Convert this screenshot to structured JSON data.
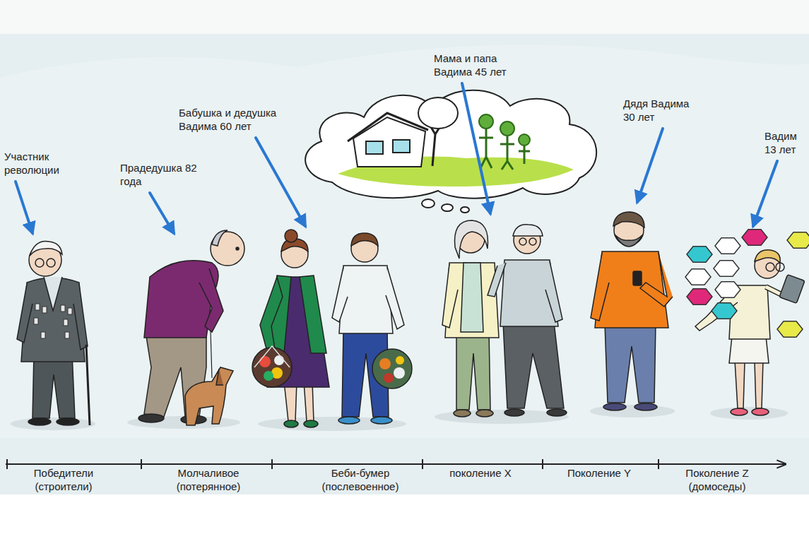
{
  "diagram": {
    "labels": [
      "Участник революции",
      "Прадедушка 82 года",
      "Бабушка и дедушка Вадима 60 лет",
      "Мама и папа Вадима 45 лет",
      "Дядя Вадима 30 лет",
      "Вадим 13 лет",
      "Победители (строители)",
      "Молчаливое (потерянное)",
      "Беби-бумер (послевоенное)",
      "поколение X",
      "Поколение Y",
      "Поколение Z (домоседы)"
    ]
  }
}
